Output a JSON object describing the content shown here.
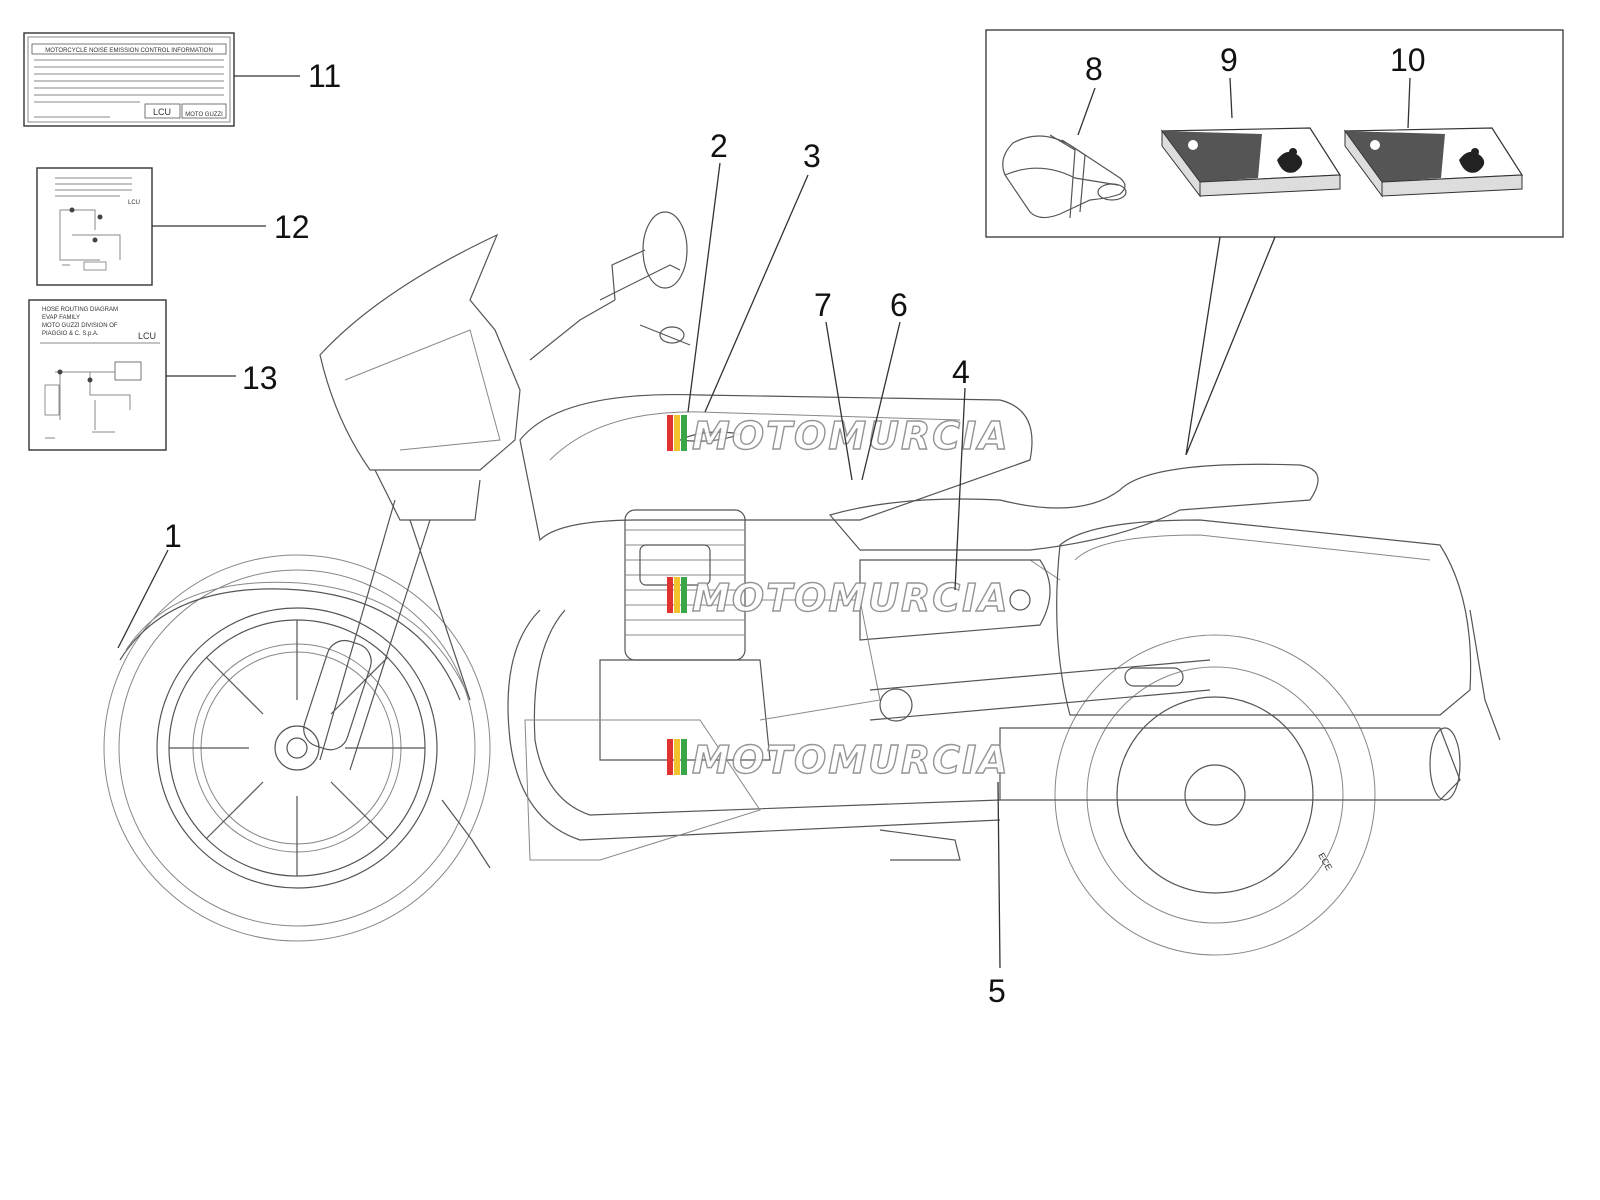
{
  "callouts": {
    "c1": "1",
    "c2": "2",
    "c3": "3",
    "c4": "4",
    "c5": "5",
    "c6": "6",
    "c7": "7",
    "c8": "8",
    "c9": "9",
    "c10": "10",
    "c11": "11",
    "c12": "12",
    "c13": "13"
  },
  "label11": {
    "title": "MOTORCYCLE NOISE EMISSION CONTROL INFORMATION",
    "code": "LCU",
    "brand": "MOTO GUZZI"
  },
  "label12": {
    "code": "LCU"
  },
  "label13": {
    "line1": "HOSE ROUTING DIAGRAM",
    "line2": "EVAP FAMILY",
    "line3": "MOTO GUZZI DIVISION OF",
    "line4": "PIAGGIO & C. S.p.A.",
    "code": "LCU"
  },
  "tire_marking": "ECE",
  "watermark": {
    "text": "MOTOMURCIA",
    "colors": [
      "#e0332f",
      "#f2c12e",
      "#3aa648"
    ]
  }
}
